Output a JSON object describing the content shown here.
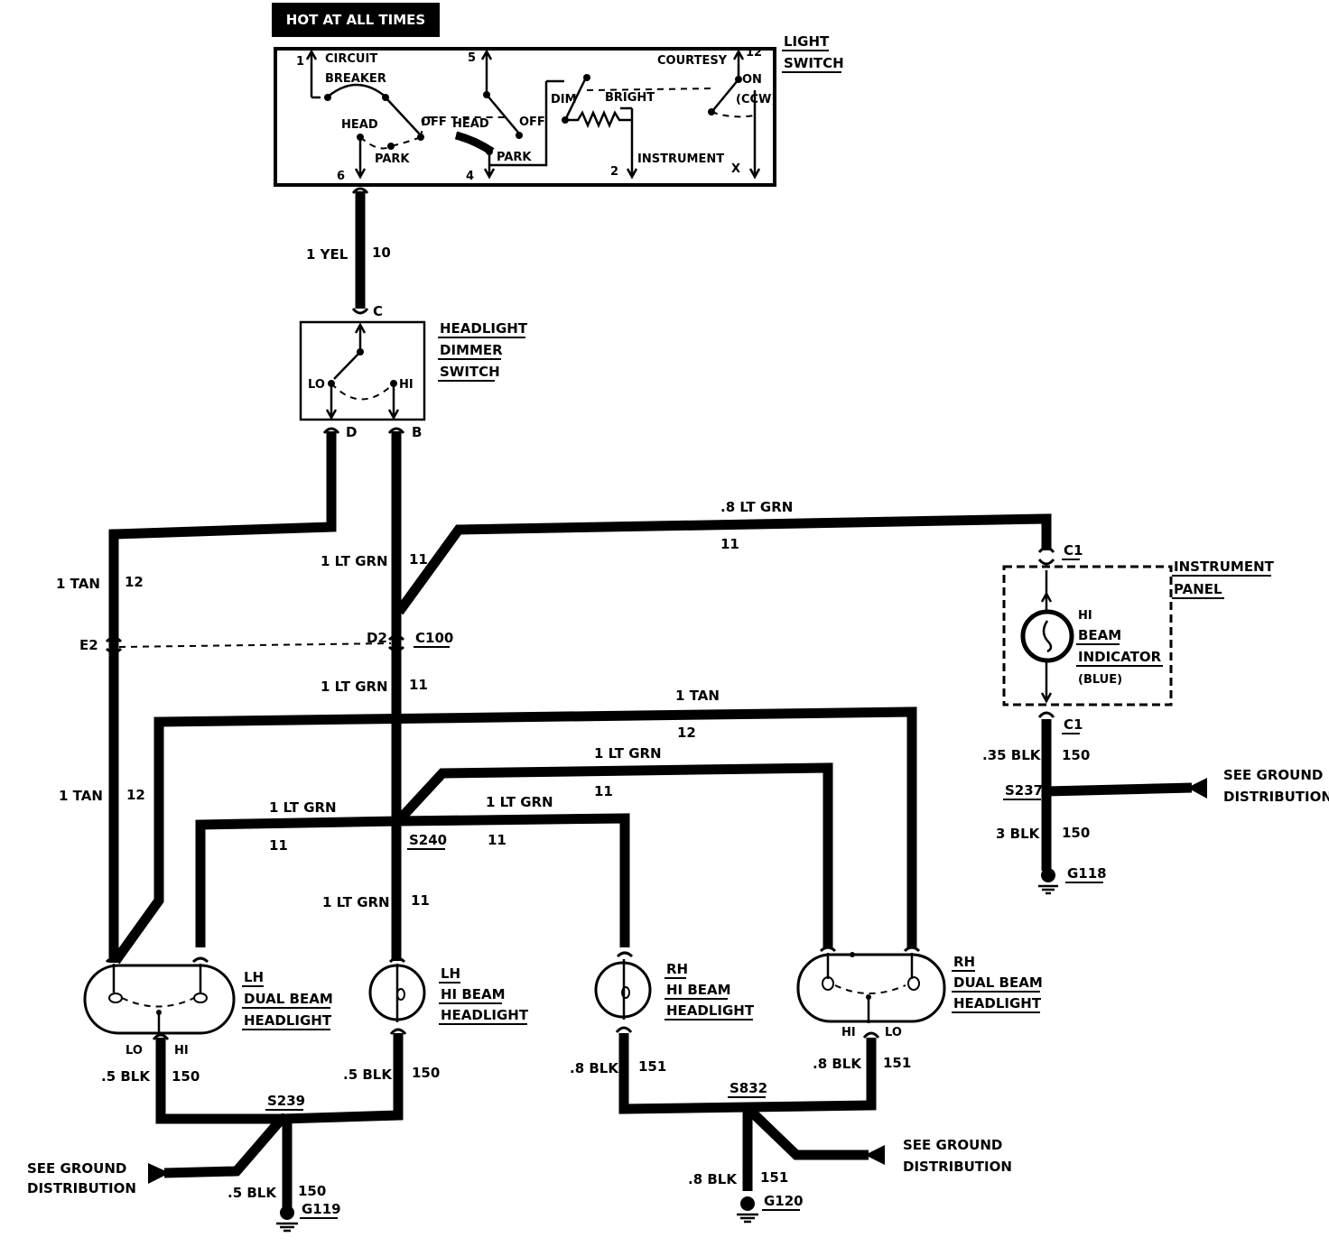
{
  "header": {
    "hot_label": "HOT AT ALL TIMES"
  },
  "light_switch": {
    "title_line1": "LIGHT",
    "title_line2": "SWITCH",
    "circuit_breaker_1": "CIRCUIT",
    "circuit_breaker_2": "BREAKER",
    "head_1": "HEAD",
    "head_2": "HEAD",
    "off_1": "OFF",
    "off_2": "OFF",
    "park_1": "PARK",
    "park_2": "PARK",
    "dim": "DIM",
    "bright": "BRIGHT",
    "courtesy": "COURTESY",
    "on_ccw_1": "ON",
    "on_ccw_2": "(CCW)",
    "instrument": "INSTRUMENT",
    "pin_1": "1",
    "pin_5": "5",
    "pin_12": "12",
    "pin_6": "6",
    "pin_4": "4",
    "pin_2": "2",
    "pin_x": "X"
  },
  "dimmer_switch": {
    "title_line1": "HEADLIGHT",
    "title_line2": "DIMMER",
    "title_line3": "SWITCH",
    "lo": "LO",
    "hi": "HI",
    "pin_c": "C",
    "pin_d": "D",
    "pin_b": "B"
  },
  "instrument_panel": {
    "title_line1": "INSTRUMENT",
    "title_line2": "PANEL",
    "indicator_1": "HI",
    "indicator_2": "BEAM",
    "indicator_3": "INDICATOR",
    "indicator_4": "(BLUE)",
    "c1_top": "C1",
    "c1_bottom": "C1"
  },
  "wires": {
    "yel_label": "1 YEL",
    "yel_circuit": "10",
    "tan_upper_label": "1 TAN",
    "tan_upper_circuit": "12",
    "ltgrn_upper_label": "1 LT GRN",
    "ltgrn_upper_circuit": "11",
    "ltgrn_panel_label": ".8 LT GRN",
    "ltgrn_panel_circuit": "11",
    "ltgrn_mid_label": "1 LT GRN",
    "ltgrn_mid_circuit": "11",
    "tan_top_label": "1 TAN",
    "tan_top_circuit": "12",
    "tan_lower_label": "1 TAN",
    "tan_lower_circuit": "12",
    "ltgrn_rhdual_label": "1 LT GRN",
    "ltgrn_rhdual_circuit": "11",
    "ltgrn_lhdual_label": "1 LT GRN",
    "ltgrn_lhdual_circuit": "11",
    "ltgrn_rhhi_label": "1 LT GRN",
    "ltgrn_rhhi_circuit": "11",
    "ltgrn_lhhi_label": "1 LT GRN",
    "ltgrn_lhhi_circuit": "11",
    "blk35_label": ".35 BLK",
    "blk35_circuit": "150",
    "blk3_label": "3 BLK",
    "blk3_circuit": "150",
    "blk5_lh_label": ".5 BLK",
    "blk5_lh_circuit": "150",
    "blk5_lhhi_label": ".5 BLK",
    "blk5_lhhi_circuit": "150",
    "blk5_gnd_label": ".5 BLK",
    "blk5_gnd_circuit": "150",
    "blk8_rhhi_label": ".8 BLK",
    "blk8_rhhi_circuit": "151",
    "blk8_rhdual_label": ".8 BLK",
    "blk8_rhdual_circuit": "151",
    "blk8_gnd_label": ".8 BLK",
    "blk8_gnd_circuit": "151"
  },
  "connectors": {
    "e2": "E2",
    "d2": "D2",
    "c100": "C100",
    "s240": "S240",
    "s237": "S237",
    "s239": "S239",
    "s832": "S832",
    "g118": "G118",
    "g119": "G119",
    "g120": "G120"
  },
  "grounds": {
    "see_ground_1": "SEE GROUND",
    "distribution": "DISTRIBUTION"
  },
  "headlights": {
    "lh_dual_1": "LH",
    "lh_dual_2": "DUAL BEAM",
    "lh_dual_3": "HEADLIGHT",
    "lh_hi_1": "LH",
    "lh_hi_2": "HI BEAM",
    "lh_hi_3": "HEADLIGHT",
    "rh_hi_1": "RH",
    "rh_hi_2": "HI BEAM",
    "rh_hi_3": "HEADLIGHT",
    "rh_dual_1": "RH",
    "rh_dual_2": "DUAL BEAM",
    "rh_dual_3": "HEADLIGHT",
    "lo": "LO",
    "hi": "HI"
  }
}
